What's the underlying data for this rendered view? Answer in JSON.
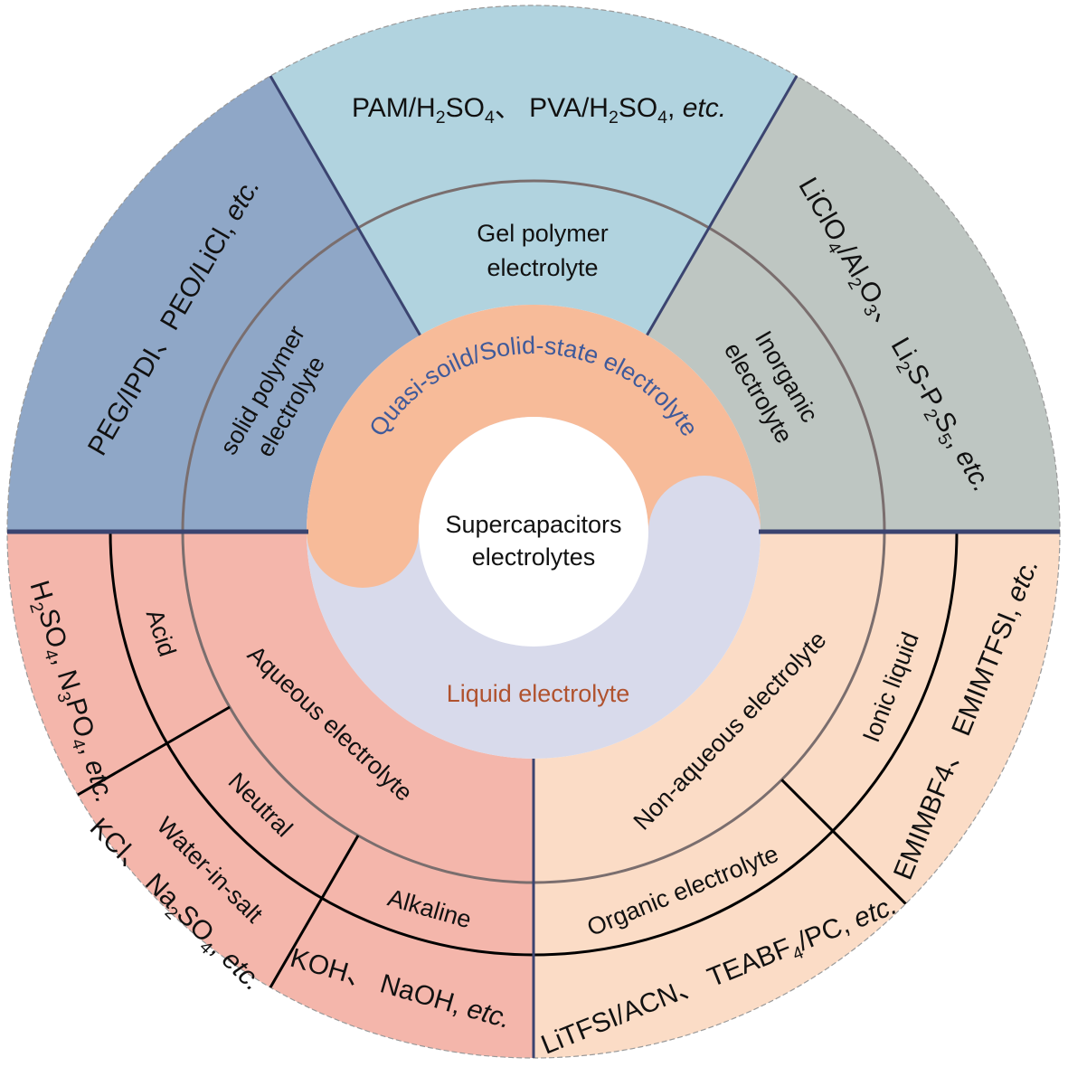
{
  "title": "Supercapacitors electrolytes classification wheel",
  "colors": {
    "solid_polymer": "#8fa7c7",
    "gel_polymer": "#b1d3df",
    "inorganic": "#bec6c2",
    "aqueous": "#f4b6ab",
    "non_aqueous": "#fbdcc6",
    "quasi_solid_ring": "#f7bb99",
    "liquid_ring": "#d8daeb",
    "center": "#ffffff",
    "main_divider": "#3b4470",
    "ring_line": "#7a6e6e",
    "sub_divider": "#000000",
    "quasi_solid_text": "#3f5a9a",
    "liquid_text": "#b0522e"
  },
  "center": {
    "line1": "Supercapacitors",
    "line2": "electrolytes"
  },
  "inner_ring": {
    "quasi_solid": "Quasi-soild/Solid-state electrolyte",
    "liquid": "Liquid electrolyte"
  },
  "upper_half": {
    "solid_polymer": {
      "category": [
        "solid polymer",
        "electrolyte"
      ],
      "examples": [
        {
          "t": "PEG/IPDI、PEO/LiCl, "
        },
        {
          "t": "etc.",
          "i": true
        }
      ]
    },
    "gel_polymer": {
      "category": [
        "Gel polymer",
        "electrolyte"
      ],
      "examples": [
        {
          "t": "PAM/H"
        },
        {
          "t": "2",
          "sub": true
        },
        {
          "t": "SO"
        },
        {
          "t": "4",
          "sub": true
        },
        {
          "t": "、 PVA/H"
        },
        {
          "t": "2",
          "sub": true
        },
        {
          "t": "SO"
        },
        {
          "t": "4",
          "sub": true
        },
        {
          "t": ", "
        },
        {
          "t": "etc.",
          "i": true
        }
      ]
    },
    "inorganic": {
      "category": [
        "Inorganic",
        "electrolyte"
      ],
      "examples": [
        {
          "t": "LiClO"
        },
        {
          "t": "4",
          "sub": true
        },
        {
          "t": "/Al"
        },
        {
          "t": "2",
          "sub": true
        },
        {
          "t": "O"
        },
        {
          "t": "3",
          "sub": true
        },
        {
          "t": "、 Li"
        },
        {
          "t": "2",
          "sub": true
        },
        {
          "t": "S-P"
        },
        {
          "t": "2",
          "sub": true
        },
        {
          "t": "S"
        },
        {
          "t": "5",
          "sub": true
        },
        {
          "t": ", "
        },
        {
          "t": "etc.",
          "i": true
        }
      ]
    }
  },
  "lower_half": {
    "aqueous": {
      "category": "Aqueous electrolyte",
      "subtypes": [
        {
          "name": "Acid",
          "examples": [
            {
              "t": "H"
            },
            {
              "t": "2",
              "sub": true
            },
            {
              "t": "SO"
            },
            {
              "t": "4",
              "sub": true
            },
            {
              "t": ", N"
            },
            {
              "t": "3",
              "sub": true
            },
            {
              "t": "PO"
            },
            {
              "t": "4",
              "sub": true
            },
            {
              "t": ", "
            },
            {
              "t": "etc.",
              "i": true
            }
          ]
        },
        {
          "name": "Neutral",
          "extra": "Water-in-salt",
          "examples": [
            {
              "t": "KCl、 Na"
            },
            {
              "t": "2",
              "sub": true
            },
            {
              "t": "SO"
            },
            {
              "t": "4",
              "sub": true
            },
            {
              "t": ", "
            },
            {
              "t": "etc.",
              "i": true
            }
          ]
        },
        {
          "name": "Alkaline",
          "examples": [
            {
              "t": "KOH、 NaOH, "
            },
            {
              "t": "etc.",
              "i": true
            }
          ]
        }
      ]
    },
    "non_aqueous": {
      "category": "Non-aqueous electrolyte",
      "subtypes": [
        {
          "name": "Ionic liquid",
          "examples": [
            {
              "t": "EMIMBF4、 EMIMTFSI, "
            },
            {
              "t": "etc.",
              "i": true
            }
          ]
        },
        {
          "name": "Organic electrolyte",
          "examples": [
            {
              "t": "LiTFSI/ACN、 TEABF"
            },
            {
              "t": "4",
              "sub": true
            },
            {
              "t": "/PC, "
            },
            {
              "t": "etc.",
              "i": true
            }
          ]
        }
      ]
    }
  }
}
